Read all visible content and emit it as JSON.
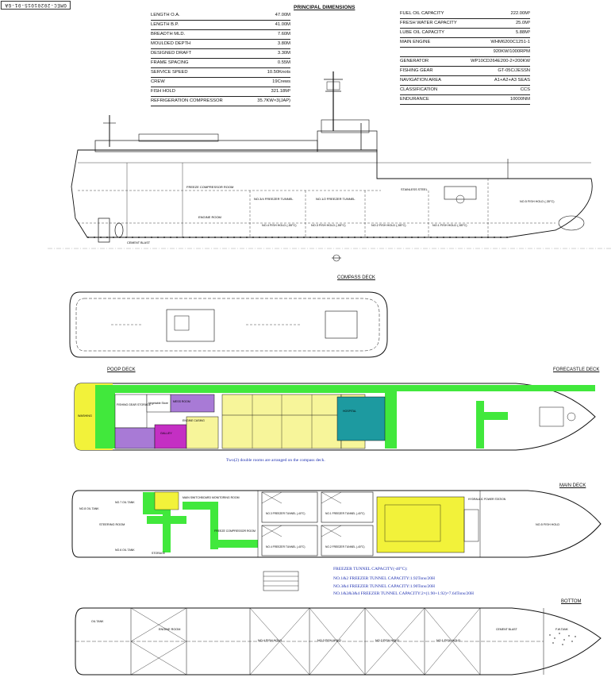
{
  "drawing_id": "GMEC-2020101S-01-GA",
  "principal_dimensions": {
    "title": "PRINCIPAL DIMENSIONS",
    "left": [
      {
        "label": "LENGTH O.A.",
        "value": "47.00M"
      },
      {
        "label": "LENGTH B.P.",
        "value": "41.00M"
      },
      {
        "label": "BREADTH MLD.",
        "value": "7.60M"
      },
      {
        "label": "MOULDED DEPTH",
        "value": "3.80M"
      },
      {
        "label": "DESIGNED DRAFT",
        "value": "3.30M"
      },
      {
        "label": "FRAME SPACING",
        "value": "0.55M"
      },
      {
        "label": "SERVICE SPEED",
        "value": "10.50Knots"
      },
      {
        "label": "CREW",
        "value": "19Crews"
      },
      {
        "label": "FISH HOLD",
        "value": "321.18M³"
      },
      {
        "label": "REFRIGERATION COMPRESSOR",
        "value": "35.7KW×3(JAP)"
      }
    ],
    "right": [
      {
        "label": "FUEL OIL CAPACITY",
        "value": "222.00M³"
      },
      {
        "label": "FRESH WATER CAPACITY",
        "value": "25.0M³"
      },
      {
        "label": "LUBE OIL CAPACITY",
        "value": "5.88M³"
      },
      {
        "label": "MAIN ENGINE",
        "value": "WHM6200C1251-1"
      },
      {
        "label": "",
        "value": "920KW/1000RPM"
      },
      {
        "label": "GENERATOR",
        "value": "WP10CD264E200-2×200KW"
      },
      {
        "label": "FISHING GEAR",
        "value": "GT-05C/JESSN"
      },
      {
        "label": "NAVIGATION AREA",
        "value": "A1+A2+A3 SEAS"
      },
      {
        "label": "CLASSIFICATION",
        "value": "CCS"
      },
      {
        "label": "ENDURANCE",
        "value": "10000NM"
      }
    ]
  },
  "profile_labels": {
    "freezer_compressor_room": "FREEZE COMPRESSOR ROOM",
    "engine_room": "ENGINE ROOM",
    "freezer_tunnel_4": "NO.3/4 FREEZER TUNNEL",
    "freezer_tunnel_12": "NO.1/2 FREEZER TUNNEL",
    "fish_hold_4": "NO.4 FISH HOLD (-55°C)",
    "fish_hold_3": "NO.3 FISH HOLD (-55°C)",
    "fish_hold_2": "NO.2 FISH HOLD (-55°C)",
    "fish_hold_1": "NO.1 FISH HOLD (-55°C)",
    "fish_hold_5": "NO.5 FISH HOLD (-35°C)",
    "stainless_steel": "STAINLESS STEEL",
    "cement_ballast": "CEMENT BLAST"
  },
  "decks": {
    "compass": "COMPASS DECK",
    "poop": "POOP DECK",
    "forecastle": "FORECASTLE DECK",
    "main": "MAIN DECK",
    "bottom": "BOTTOM"
  },
  "poop_deck_rooms": {
    "fishing_gear_storage": "FISHING GEAR STORAGE",
    "vegetable_store": "Vegetable Store",
    "engine_casing": "ENGINE CASING",
    "galley": "GALLEY",
    "mess_room": "MESS ROOM",
    "hospital": "HOSPITAL",
    "washing": "WASHING"
  },
  "poop_note": "Two(2) double rooms are arranged on the compass deck.",
  "main_deck_rooms": {
    "main_switchboard": "MAIN SWITCHBOARD MONITORING ROOM",
    "steering_room": "STEERING ROOM",
    "storage": "STORAGE",
    "freeze_compressor_room": "FREEZE COMPRESSOR ROOM",
    "tunnel_3": "NO.3 FREEZER TUNNEL (-40°C)",
    "tunnel_1": "NO.1 FREEZER TUNNEL (-40°C)",
    "tunnel_4": "NO.4 FREEZER TUNNEL (-40°C)",
    "tunnel_2": "NO.2 FREEZER TUNNEL (-40°C)",
    "hydraulic_power": "HYDRAULIC POWER STATION",
    "fish_hold_5": "NO.5 FISH HOLD",
    "no7_oil_tank": "NO.7 OIL TANK",
    "no6_oil_tank": "NO.6 OIL TANK",
    "no8_oil_tank": "NO.8 OIL TANK"
  },
  "freezer_notes": [
    "FREEZER TUNNEL CAPACITY(-40°C):",
    "NO.1&2 FREEZER TUNNEL CAPACITY:1.92Tons/20H",
    "NO.3&4 FREEZER TUNNEL CAPACITY:1.90Tons/20H",
    "NO.1&2&3&4 FREEZER TUNNEL CAPACITY:2×(1.90+1.92)=7.64Tons/20H"
  ],
  "bottom_labels": {
    "fish_hold_4": "NO.4 FISH HOLD",
    "fish_hold_3": "NO.3 FISH HOLD",
    "fish_hold_2": "NO.2 FISH HOLD",
    "fish_hold_1": "NO.1 FISH HOLD",
    "engine_room": "ENGINE ROOM",
    "cement_blast": "CEMENT BLAST",
    "oil_tank": "OIL TANK",
    "fw_tank": "F.W.TANK"
  },
  "colors": {
    "green": "#41e83c",
    "yellow": "#f2f23a",
    "pale_yellow": "#f7f59a",
    "purple": "#a87ad6",
    "magenta": "#c42fc3",
    "teal": "#1d9aa0",
    "note_blue": "#1d2fb0",
    "line": "#111111"
  }
}
